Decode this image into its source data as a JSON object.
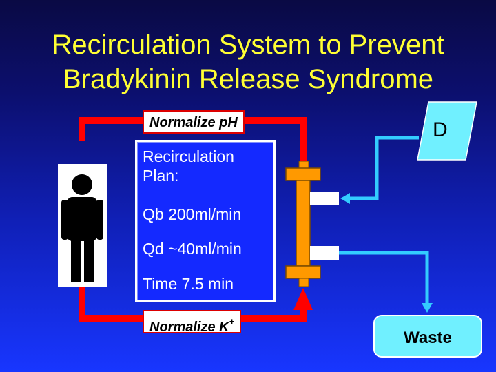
{
  "title": {
    "line1": "Recirculation System to Prevent",
    "line2": "Bradykinin Release Syndrome"
  },
  "labels": {
    "normalize_ph": "Normalize pH",
    "normalize_k": "Normalize K",
    "normalize_k_sup": "+",
    "dialysate": "D",
    "waste": "Waste"
  },
  "plan": {
    "heading_line1": "Recirculation",
    "heading_line2": "Plan:",
    "qb": "Qb 200ml/min",
    "qd": "Qd ~40ml/min",
    "time": "Time 7.5 min"
  },
  "colors": {
    "circuit": "#ff0000",
    "dialysate_line": "#33ccff",
    "filter": "#ff9900",
    "title": "#ffff33"
  },
  "icons": {
    "patient": "person-icon",
    "flow_arrow": "arrow-up-icon"
  }
}
